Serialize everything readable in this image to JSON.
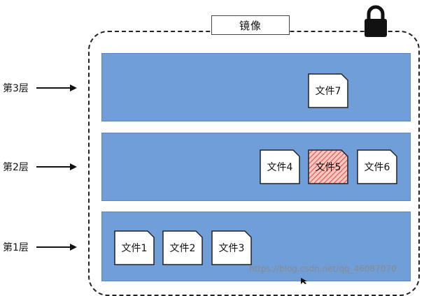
{
  "image": {
    "title": "镜像"
  },
  "layers": [
    {
      "label": "第3层",
      "files": [
        {
          "name": "文件7",
          "highlighted": false
        }
      ]
    },
    {
      "label": "第2层",
      "files": [
        {
          "name": "文件4",
          "highlighted": false
        },
        {
          "name": "文件5",
          "highlighted": true
        },
        {
          "name": "文件6",
          "highlighted": false
        }
      ]
    },
    {
      "label": "第1层",
      "files": [
        {
          "name": "文件1",
          "highlighted": false
        },
        {
          "name": "文件2",
          "highlighted": false
        },
        {
          "name": "文件3",
          "highlighted": false
        }
      ]
    }
  ],
  "colors": {
    "band": "#6f9ed9",
    "file_bg": "#ffffff",
    "highlight": "#e85a4f"
  },
  "icons": {
    "lock": "lock-icon"
  },
  "watermark": "https://blog.csdn.net/qq_46087070"
}
